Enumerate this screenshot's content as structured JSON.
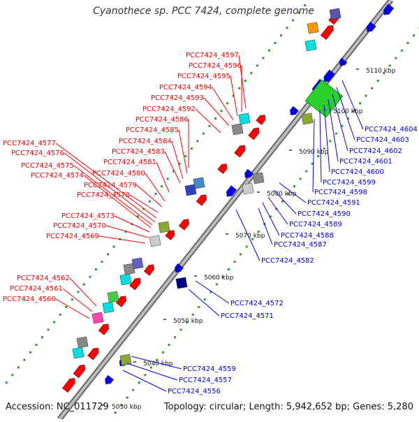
{
  "title": "Cyanothece sp. PCC 7424, complete genome",
  "footer": {
    "accession": "Accession: NC_011729",
    "summary": "Topology: circular; Length: 5,942,652 bp; Genes: 5,280"
  },
  "colors": {
    "forward": "#ff0000",
    "reverse": "#0000ee",
    "axis": "#999999",
    "dots": "#2e9b2e"
  },
  "kbp_labels": [
    "5030 kbp",
    "5040 kbp",
    "5050 kbp",
    "5060 kbp",
    "5070 kbp",
    "5080 kbp",
    "5090 kbp",
    "5100 kbp",
    "5110 kbp"
  ],
  "left_labels": [
    "PCC7424_4597",
    "PCC7424_4596",
    "PCC7424_4595",
    "PCC7424_4594",
    "PCC7424_4593",
    "PCC7424_4592",
    "PCC7424_4586",
    "PCC7424_4585",
    "PCC7424_4584",
    "PCC7424_4583",
    "PCC7424_4581",
    "PCC7424_4577",
    "PCC7424_4576",
    "PCC7424_4575",
    "PCC7424_4574",
    "PCC7424_4580",
    "PCC7424_4579",
    "PCC7424_4578",
    "PCC7424_4573",
    "PCC7424_4570",
    "PCC7424_4569",
    "PCC7424_4562",
    "PCC7424_4561",
    "PCC7424_4560"
  ],
  "right_labels": [
    "PCC7424_4604",
    "PCC7424_4603",
    "PCC7424_4602",
    "PCC7424_4601",
    "PCC7424_4600",
    "PCC7424_4599",
    "PCC7424_4598",
    "PCC7424_4591",
    "PCC7424_4590",
    "PCC7424_4589",
    "PCC7424_4588",
    "PCC7424_4587",
    "PCC7424_4582",
    "PCC7424_4572",
    "PCC7424_4571",
    "PCC7424_4559",
    "PCC7424_4557",
    "PCC7424_4556"
  ]
}
